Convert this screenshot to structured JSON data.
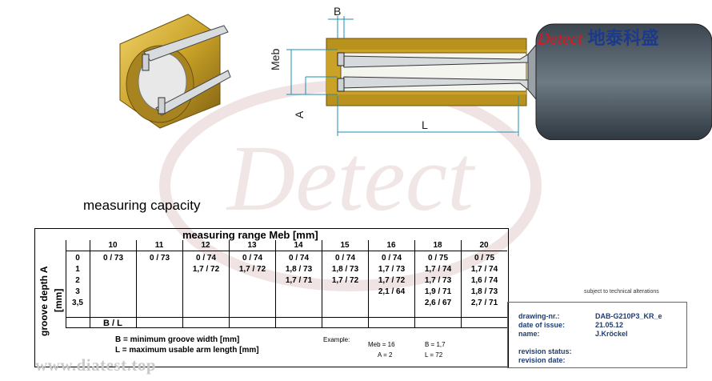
{
  "brand": {
    "name_latin": "Detect",
    "name_cn": "地泰科盛"
  },
  "diagram": {
    "label_b": "B",
    "label_meb": "Meb",
    "label_a": "A",
    "label_l": "L"
  },
  "watermark": "Detect",
  "heading": "measuring capacity",
  "table": {
    "range_title": "measuring range   Meb   [mm]",
    "columns": [
      "10",
      "11",
      "12",
      "13",
      "14",
      "15",
      "16",
      "18",
      "20"
    ],
    "row_axis_label": "groove depth A",
    "row_axis_unit": "[mm]",
    "rows": [
      {
        "depth": "0",
        "cells": [
          "0 / 73",
          "0 / 73",
          "0 / 74",
          "0 / 74",
          "0 / 74",
          "0 / 74",
          "0 / 74",
          "0 / 75",
          "0 / 75"
        ]
      },
      {
        "depth": "1",
        "cells": [
          "",
          "",
          "1,7 / 72",
          "1,7 / 72",
          "1,8 / 73",
          "1,8 / 73",
          "1,7 / 73",
          "1,7 / 74",
          "1,7 / 74"
        ]
      },
      {
        "depth": "2",
        "cells": [
          "",
          "",
          "",
          "",
          "1,7 / 71",
          "1,7 / 72",
          "1,7 / 72",
          "1,7 / 73",
          "1,6 / 74"
        ]
      },
      {
        "depth": "3",
        "cells": [
          "",
          "",
          "",
          "",
          "",
          "",
          "2,1 / 64",
          "1,9 / 71",
          "1,8 / 73"
        ]
      },
      {
        "depth": "3,5",
        "cells": [
          "",
          "",
          "",
          "",
          "",
          "",
          "",
          "2,6 / 67",
          "2,7 / 71"
        ]
      }
    ],
    "bl_label": "B / L",
    "legend_b": "B = minimum groove width [mm]",
    "legend_l": "L = maximum usable arm length [mm]",
    "example": {
      "label": "Example:",
      "meb": "Meb = 16",
      "b": "B = 1,7",
      "a": "A = 2",
      "l": "L = 72"
    }
  },
  "tech_note": "subject to technical alterations",
  "info": {
    "drawing_label": "drawing-nr.:",
    "drawing_value": "DAB-G210P3_KR_e",
    "date_label": "date of issue:",
    "date_value": "21.05.12",
    "name_label": "name:",
    "name_value": "J.Kröckel",
    "rev_status_label": "revision status:",
    "rev_date_label": "revision date:"
  },
  "site_url": "www.diatest.top",
  "colors": {
    "brass": "#c9a227",
    "brass_dark": "#8a6a16",
    "steel": "#c8ccd0",
    "gauge_body": "#4f5c66",
    "brand_red": "#e3131b",
    "brand_blue": "#1b3a8c",
    "dim_cyan": "#1f8fb0"
  }
}
